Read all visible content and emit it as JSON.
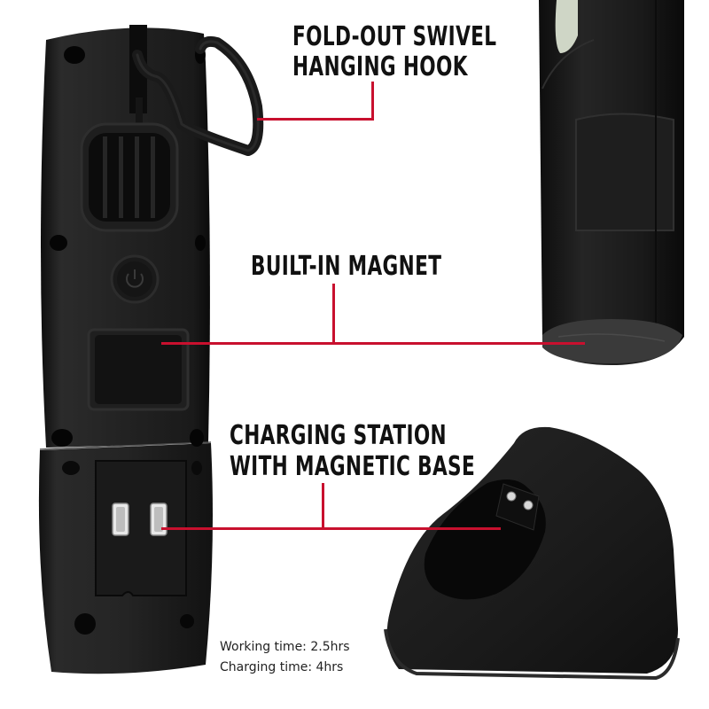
{
  "callouts": {
    "hook": {
      "lines": [
        "FOLD-OUT SWIVEL",
        "HANGING HOOK"
      ]
    },
    "magnet": {
      "lines": [
        "BUILT-IN MAGNET"
      ]
    },
    "charging": {
      "lines": [
        "CHARGING STATION",
        "WITH MAGNETIC BASE"
      ]
    }
  },
  "specs": {
    "working_time": "Working time: 2.5hrs",
    "charging_time": "Charging time: 4hrs"
  },
  "colors": {
    "leader_line": "#c8102e",
    "product_body": "#1c1c1c",
    "text": "#111111",
    "background": "#ffffff"
  },
  "icons": {
    "power_button": "power-icon",
    "hook": "hanging-hook-icon",
    "vent": "vent-grille-icon",
    "charging_contacts": "charging-contacts-icon"
  }
}
